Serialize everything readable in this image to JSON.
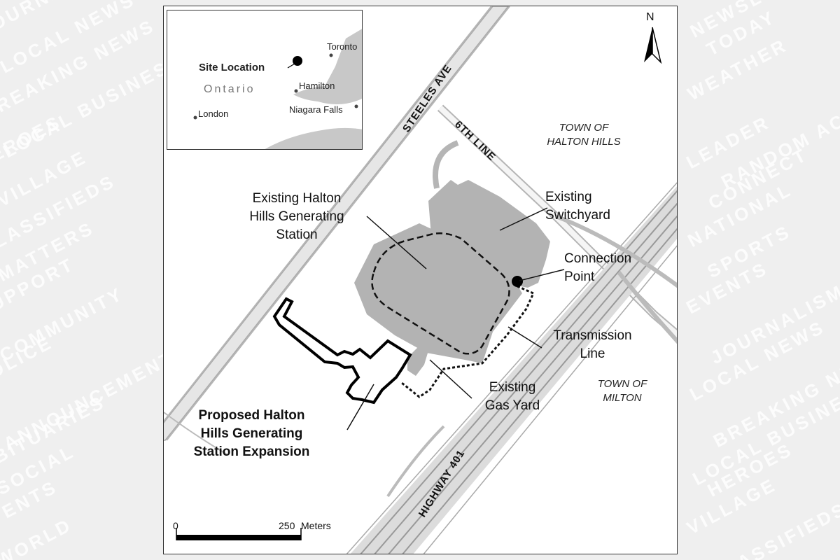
{
  "watermark": {
    "words": [
      "JOURNALISM",
      "LOCAL NEWS",
      "BREAKING NEWS",
      "LOCAL BUSINESS",
      "HEROES",
      "VILLAGE",
      "CLASSIFIEDS",
      "MATTERS",
      "SUPPORT",
      "COMMUNITY",
      "POLICE",
      "ANNOUNCEMENTS",
      "OBITUARIES",
      "SOCIAL",
      "EVENTS",
      "WORLD",
      "NEWSLETTER",
      "TODAY",
      "WEATHER",
      "RANDOM ACTS OF KINDNESS",
      "LEADER",
      "CONNECT",
      "NATIONAL",
      "SPORTS",
      "EVENTS"
    ]
  },
  "inset": {
    "site_location": "Site Location",
    "ontario": "Ontario",
    "toronto": "Toronto",
    "hamilton": "Hamilton",
    "london": "London",
    "niagara_falls": "Niagara Falls"
  },
  "north": {
    "label": "N"
  },
  "roads": {
    "steeles": "STEELES AVE",
    "sixth_line": "6TH LINE",
    "highway": "HIGHWAY 401"
  },
  "areas": {
    "halton_hills_1": "TOWN OF",
    "halton_hills_2": "HALTON HILLS",
    "milton_1": "TOWN OF",
    "milton_2": "MILTON"
  },
  "labels": {
    "existing_station_1": "Existing Halton",
    "existing_station_2": "Hills Generating",
    "existing_station_3": "Station",
    "switchyard_1": "Existing",
    "switchyard_2": "Switchyard",
    "connection_1": "Connection",
    "connection_2": "Point",
    "transmission_1": "Transmission",
    "transmission_2": "Line",
    "gas_yard_1": "Existing",
    "gas_yard_2": "Gas Yard",
    "proposed_1": "Proposed Halton",
    "proposed_2": "Hills Generating",
    "proposed_3": "Station Expansion"
  },
  "scale": {
    "zero": "0",
    "end": "250",
    "unit": "Meters"
  },
  "colors": {
    "site_fill": "#b3b3b3",
    "road_fill": "#d9d9d9",
    "water": "#c8c8c8"
  }
}
